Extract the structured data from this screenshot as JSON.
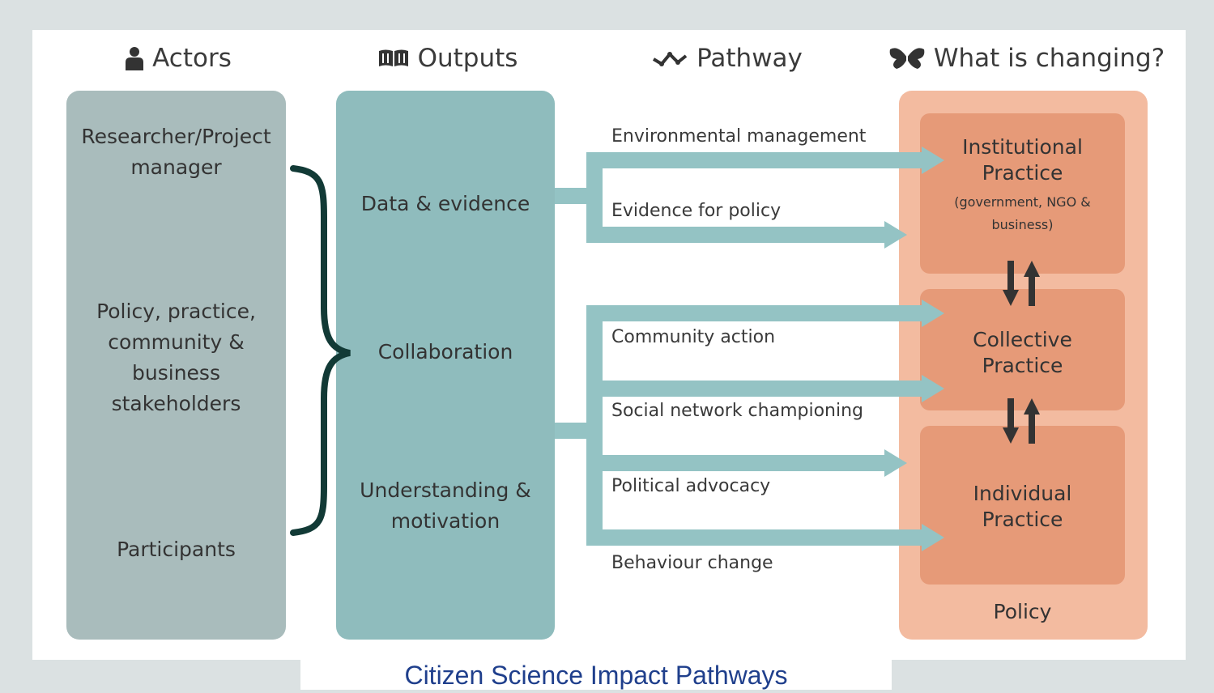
{
  "headers": {
    "actors": "Actors",
    "outputs": "Outputs",
    "pathway": "Pathway",
    "changing": "What is changing?"
  },
  "icons": {
    "actors": "person-icon",
    "outputs": "open-book-icon",
    "pathway": "zigzag-pathway-icon",
    "changing": "butterfly-icon"
  },
  "actors": {
    "researcher": "Researcher/Project manager",
    "stakeholders": "Policy, practice, community & business stakeholders",
    "participants": "Participants"
  },
  "outputs": {
    "data": "Data & evidence",
    "collaboration": "Collaboration",
    "understanding": "Understanding & motivation"
  },
  "pathways": {
    "environmental": "Environmental management",
    "evidence": "Evidence for policy",
    "community": "Community action",
    "social": "Social network championing",
    "political": "Political advocacy",
    "behaviour": "Behaviour change"
  },
  "changing": {
    "institutional_title": "Institutional Practice",
    "institutional_sub": "(government, NGO & business)",
    "collective": "Collective Practice",
    "individual": "Individual Practice",
    "policy": "Policy"
  },
  "caption": "Citizen Science Impact Pathways",
  "colors": {
    "actors_box": "#a9bcbc",
    "outputs_box": "#8fbcbd",
    "arrow": "#94c3c4",
    "brace": "#123a36",
    "policy_outer": "#f3bba0",
    "practice_box": "#e69a78",
    "caption_text": "#1f3f8c"
  }
}
